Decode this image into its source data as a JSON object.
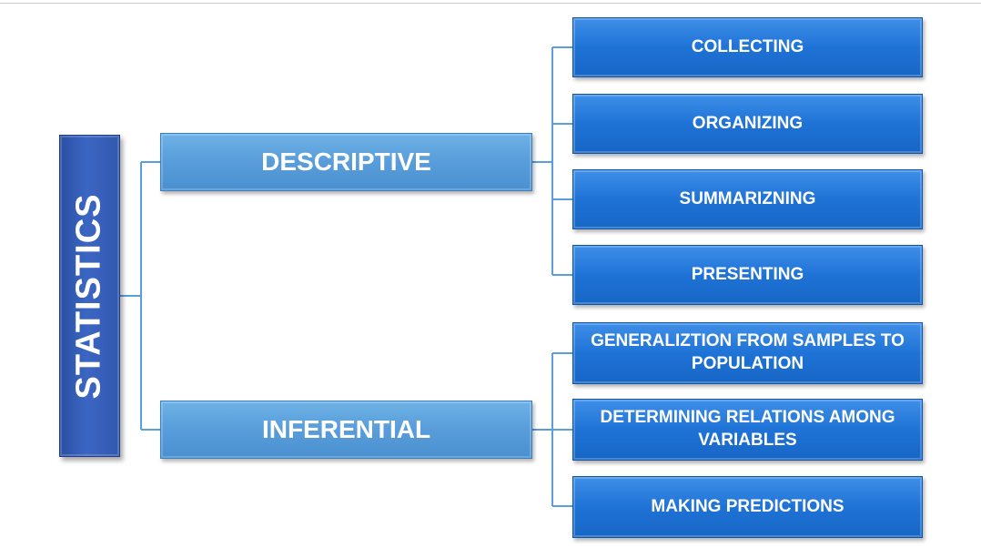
{
  "root": {
    "label": "STATISTICS"
  },
  "branches": [
    {
      "label": "DESCRIPTIVE",
      "children": [
        "COLLECTING",
        "ORGANIZING",
        "SUMMARIZNING",
        "PRESENTING"
      ]
    },
    {
      "label": "INFERENTIAL",
      "children": [
        "GENERALIZTION FROM SAMPLES TO POPULATION",
        "DETERMINING RELATIONS AMONG VARIABLES",
        "MAKING PREDICTIONS"
      ]
    }
  ],
  "colors": {
    "root_fill": "#3558b0",
    "branch_fill": "#5a9fdb",
    "leaf_fill": "#1f73d6",
    "connector": "#5a9fdb"
  }
}
